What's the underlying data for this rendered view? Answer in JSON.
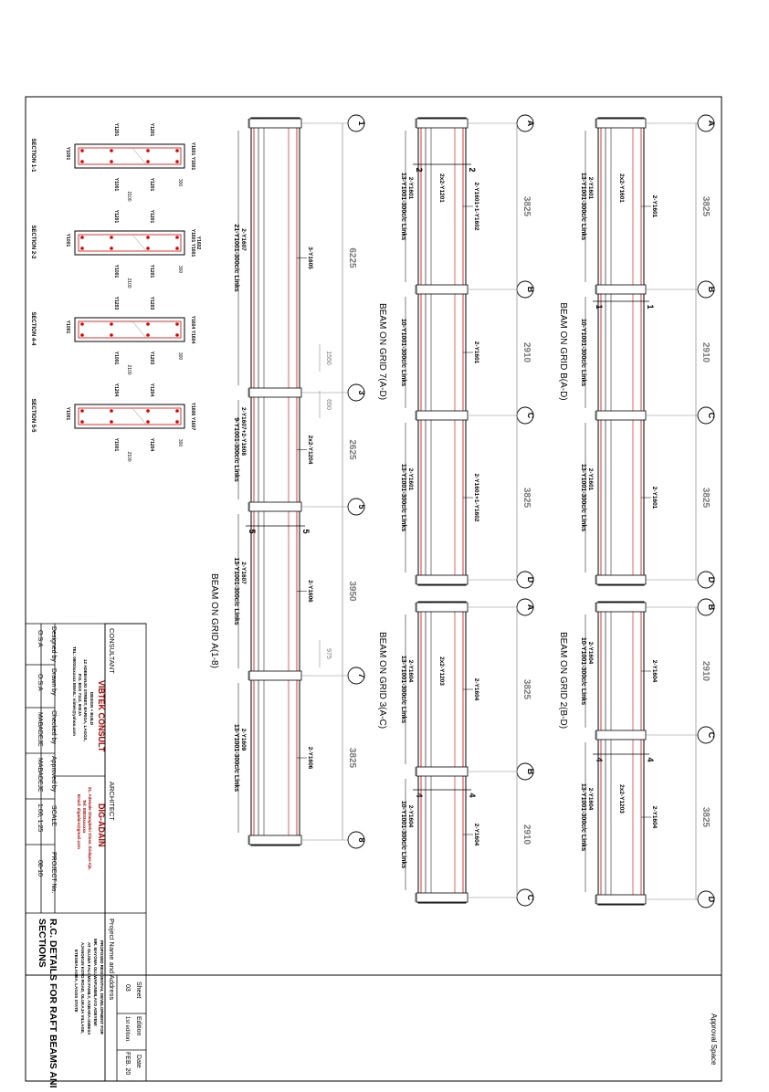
{
  "sheet_info": {
    "approval_space": "Approval Space",
    "title": "R.C. DETAILS FOR RAFT BEAMS AND SECTIONS",
    "project_name_label": "Project Name and Address",
    "project_lines": [
      "PROPOSED RESIDENTIAL DEVELOPMENT FOR",
      "MR. MAYOWA OLUWAFUNMILAYO ADEYEMI",
      "AT OLUWA FALOMO FAMILY, AGBARA-IGBESA",
      "AJANOKUN KOTO ROAD, OLUKAJA VILLAGE,",
      "ETEGBALAGBA, LAGOS STATE"
    ],
    "architect_label": "ARCHITECT",
    "architect_name": "DIG-ADAIN",
    "architect_lines": [
      "21, Adewale Olaogbebi Close, Ibidapo-Aja,",
      "Tel: 08033xxxxxx",
      "Email: digadain@gmail.com"
    ],
    "consultant_label": "CONSULTANT",
    "consultant_name": "VIBTEK CONSULT",
    "consultant_tag": "DESIGN + BUILD",
    "consultant_lines": [
      "12 ADEBANJO STREET, BARIGA, LAGOS,",
      "P.O. BOX 7112, IKEJA",
      "TEL: 08033xxxxxx  EMAIL: vibtek@yahoo.com"
    ],
    "designed_by_label": "Designed by",
    "designed_by": "O.S.A",
    "drawn_by_label": "Drawn by",
    "drawn_by": "O.S.A",
    "checked_by_label": "Checked by",
    "checked_by": "MABADEJE",
    "approved_by_label": "Approved by",
    "approved_by": "MABADEJE",
    "scale_label": "SCALE",
    "scale": "1:60, 1:25",
    "project_no_label": "PROJECT No.",
    "project_no": "08-10",
    "sheet_label": "Sheet",
    "sheet": "03",
    "edition_label": "Edition",
    "edition": "1st edition",
    "date_label": "Date",
    "date": "FEB. 20"
  },
  "beams": {
    "gridB": {
      "title": "BEAM ON GRID B(A-D)",
      "grids": [
        "A",
        "B",
        "C",
        "D"
      ],
      "spans": [
        "3825",
        "2910",
        "3825"
      ],
      "top_bars": [
        "2-Y1601",
        "",
        "2-Y1601"
      ],
      "extra_bars": [
        "2x2-Y1601",
        "",
        ""
      ],
      "links": [
        "13-Y1001-300c/c Links",
        "10-Y1001-300c/c Links",
        "13-Y1001-300c/c Links"
      ],
      "bottom_bars": [
        "2-Y1601",
        "",
        "2-Y1601"
      ],
      "section_mark": "1"
    },
    "grid7": {
      "title": "BEAM ON GRID 7(A-D)",
      "grids": [
        "A",
        "B",
        "C",
        "D"
      ],
      "spans": [
        "3825",
        "2910",
        "3825"
      ],
      "top_bars": [
        "2-Y1601+1-Y1602",
        "2-Y1601",
        "2-Y1601+1-Y1602"
      ],
      "extra_bars": [
        "2x2-Y1201",
        "",
        ""
      ],
      "links": [
        "13-Y1001-300c/c Links",
        "10-Y1001-300c/c Links",
        "13-Y1001-300c/c Links"
      ],
      "bottom_bars": [
        "2-Y1601",
        "",
        "2-Y1601"
      ],
      "section_mark": "2"
    },
    "grid2": {
      "title": "BEAM ON GRID 2(B-D)",
      "grids": [
        "B",
        "C",
        "D"
      ],
      "spans": [
        "2910",
        "3825"
      ],
      "top_bars": [
        "2-Y1604",
        "2-Y1604"
      ],
      "extra_bars": [
        "",
        "2x2-Y1203"
      ],
      "links": [
        "10-Y1001-300c/c Links",
        "13-Y1001-300c/c Links"
      ],
      "bottom_bars": [
        "2-Y1604",
        "2-Y1604"
      ],
      "section_mark": "4"
    },
    "grid3": {
      "title": "BEAM ON GRID 3(A-C)",
      "grids": [
        "A",
        "B",
        "C"
      ],
      "spans": [
        "3825",
        "2910"
      ],
      "top_bars": [
        "2-Y1604",
        "2-Y1604"
      ],
      "extra_bars": [
        "2x2-Y1203",
        ""
      ],
      "links": [
        "13-Y1001-300c/c Links",
        "10-Y1001-300c/c Links"
      ],
      "bottom_bars": [
        "2-Y1604",
        "2-Y1604"
      ],
      "section_mark": "4"
    },
    "gridA": {
      "title": "BEAM ON GRID A(1-8)",
      "grids": [
        "1",
        "3",
        "5",
        "7",
        "8"
      ],
      "spans": [
        "6225",
        "2625",
        "3950",
        "3825"
      ],
      "sub_dims": [
        "1550",
        "650",
        "975"
      ],
      "top_bars": [
        "3-Y1605",
        "2x2-Y1204",
        "2-Y1606",
        "2-Y1606"
      ],
      "links": [
        "21-Y1001-300c/c Links",
        "9-Y1001-300c/c Links",
        "13-Y1001-300c/c Links",
        "13-Y1001-300c/c Links"
      ],
      "bottom_bars": [
        "2-Y1607",
        "2-Y1607+2-Y1608",
        "2-Y1607",
        "2-Y1609"
      ],
      "section_mark": "5"
    }
  },
  "sections": [
    {
      "title": "SECTION 1-1",
      "top": "Y1601",
      "bottom": "Y1601",
      "links": "Y1001",
      "width": "2100",
      "depth": "300",
      "mid": "Y1201"
    },
    {
      "title": "SECTION 2-2",
      "top": "Y1601",
      "mid2": "Y1602",
      "bottom": "Y1601",
      "links": "Y1001",
      "width": "2100",
      "depth": "300",
      "mid": "Y1201"
    },
    {
      "title": "SECTION 4-4",
      "top": "Y1604",
      "bottom": "Y1604",
      "links": "Y1001",
      "width": "2100",
      "depth": "300",
      "mid": "Y1203"
    },
    {
      "title": "SECTION 5-5",
      "top": "Y1606",
      "bottom": "Y1607",
      "links": "Y1001",
      "width": "2100",
      "depth": "300",
      "mid": "Y1204"
    }
  ]
}
